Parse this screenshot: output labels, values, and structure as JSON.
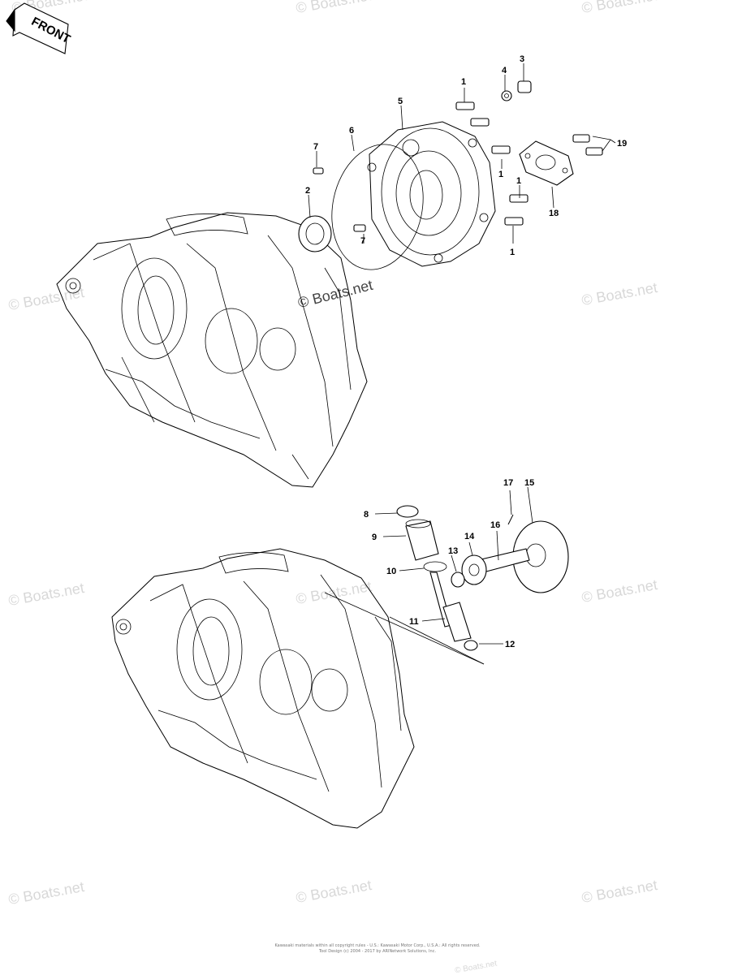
{
  "front_arrow": {
    "label": "FRONT"
  },
  "watermarks": [
    {
      "text": "© Boats.net"
    },
    {
      "text": "© Boats.net"
    },
    {
      "text": "© Boats.net"
    },
    {
      "text": "© Boats.net"
    },
    {
      "text": "© Boats.net"
    },
    {
      "text": "© Boats.net"
    },
    {
      "text": "© Boats.net"
    },
    {
      "text": "© Boats.net"
    },
    {
      "text": "© Boats.net"
    },
    {
      "text": "© Boats.net"
    },
    {
      "text": "© Boats.net"
    },
    {
      "text": "© Boats.net"
    },
    {
      "text": "© Boats.net"
    }
  ],
  "callouts": {
    "c1a": "1",
    "c1b": "1",
    "c1c": "1",
    "c1d": "1",
    "c2": "2",
    "c3": "3",
    "c4": "4",
    "c5": "5",
    "c6": "6",
    "c7a": "7",
    "c7b": "7",
    "c8": "8",
    "c9": "9",
    "c10": "10",
    "c11": "11",
    "c12": "12",
    "c13": "13",
    "c14": "14",
    "c15": "15",
    "c16": "16",
    "c17": "17",
    "c18": "18",
    "c19": "19"
  },
  "footer": {
    "line1": "Kawasaki materials within all copyright rules - U.S.: Kawasaki Motor Corp., U.S.A.: All rights reserved.",
    "line2": "Tool Design (c) 2004 - 2017 by ARINetwork Solutions, Inc."
  }
}
